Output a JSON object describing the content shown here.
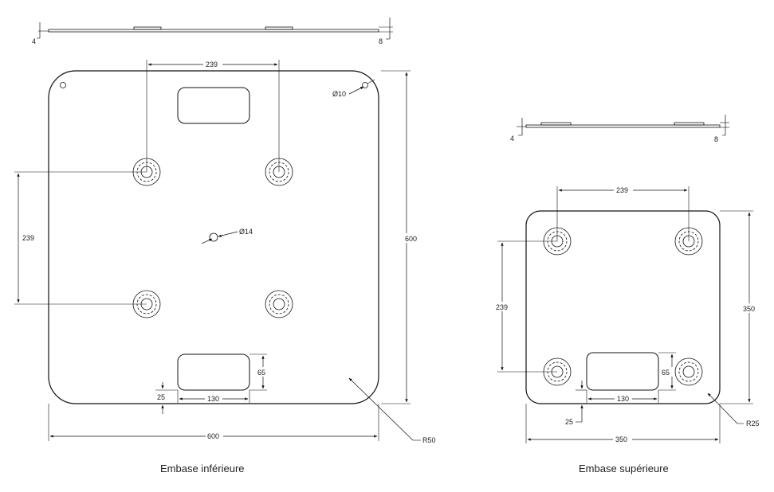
{
  "lower_base": {
    "caption": "Embase inférieure",
    "side_view": {
      "dim_left": "4",
      "dim_right": "8"
    },
    "dims": {
      "bolt_spacing_x": "239",
      "bolt_spacing_y": "239",
      "width": "600",
      "height": "600",
      "small_hole": "Ø10",
      "center_hole": "Ø14",
      "slot_height": "65",
      "slot_width": "130",
      "slot_offset": "25",
      "corner_radius": "R50"
    }
  },
  "upper_base": {
    "caption": "Embase supérieure",
    "side_view": {
      "dim_left": "4",
      "dim_right": "8"
    },
    "dims": {
      "bolt_spacing_x": "239",
      "bolt_spacing_y": "239",
      "width": "350",
      "height": "350",
      "slot_height": "65",
      "slot_width": "130",
      "slot_offset": "25",
      "corner_radius": "R25"
    }
  }
}
